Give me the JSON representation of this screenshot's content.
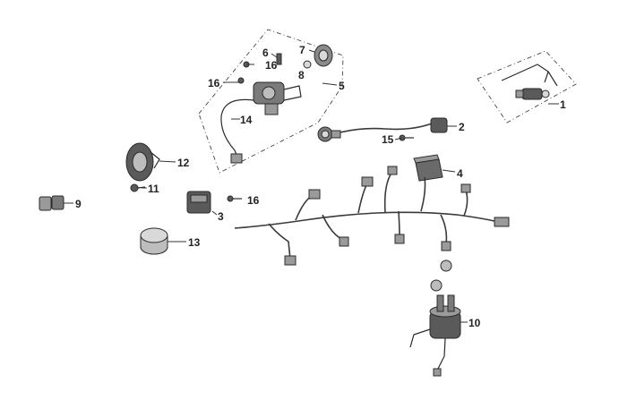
{
  "callouts": {
    "c1": "1",
    "c2": "2",
    "c3": "3",
    "c4": "4",
    "c5": "5",
    "c6": "6",
    "c7": "7",
    "c8": "8",
    "c9": "9",
    "c10": "10",
    "c11": "11",
    "c12": "12",
    "c13": "13",
    "c14": "14",
    "c15": "15",
    "c16a": "16",
    "c16b": "16",
    "c16c": "16"
  },
  "colors": {
    "ink": "#2b2b2b",
    "part_dark": "#5a5a5a",
    "part_mid": "#9a9a9a",
    "part_light": "#d9d9d9",
    "background": "#ffffff"
  }
}
